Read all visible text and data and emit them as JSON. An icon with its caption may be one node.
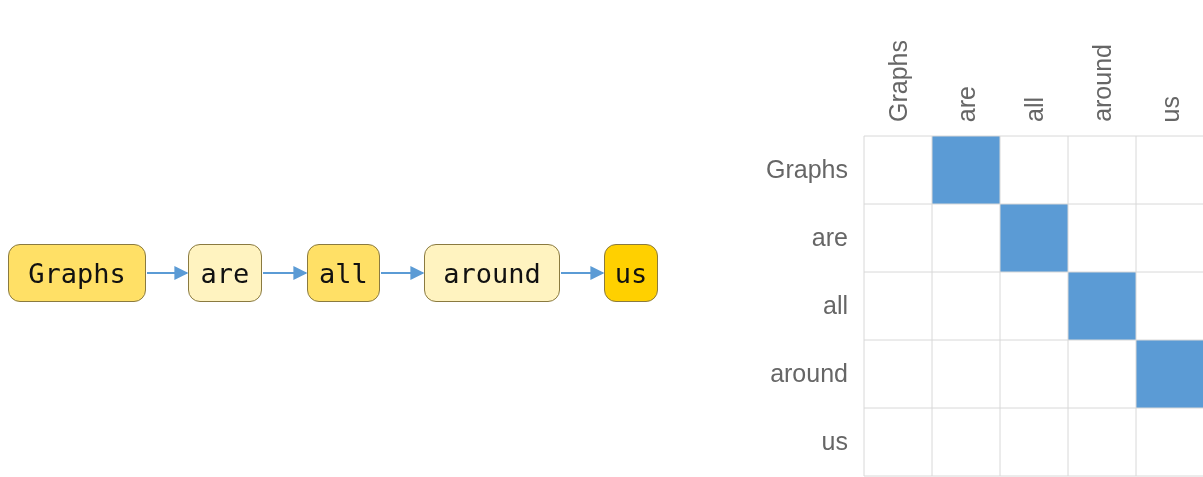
{
  "diagram": {
    "nodes": [
      {
        "text": [
          "Graphs"
        ]
      },
      {
        "text": [
          "are"
        ]
      },
      {
        "text": [
          "all"
        ]
      },
      {
        "text": [
          "around"
        ]
      },
      {
        "text": [
          "us"
        ]
      }
    ],
    "edges": [
      {
        "from": 0,
        "to": 1,
        "arrow": "to"
      },
      {
        "from": 1,
        "to": 2,
        "arrow": "to"
      },
      {
        "from": 2,
        "to": 3,
        "arrow": "to"
      },
      {
        "from": 3,
        "to": 4,
        "arrow": "to"
      }
    ],
    "labels": [
      "Graphs",
      "are",
      "all",
      "around",
      "us",
      "Graphs",
      "are",
      "all",
      "around",
      "us"
    ]
  }
}
